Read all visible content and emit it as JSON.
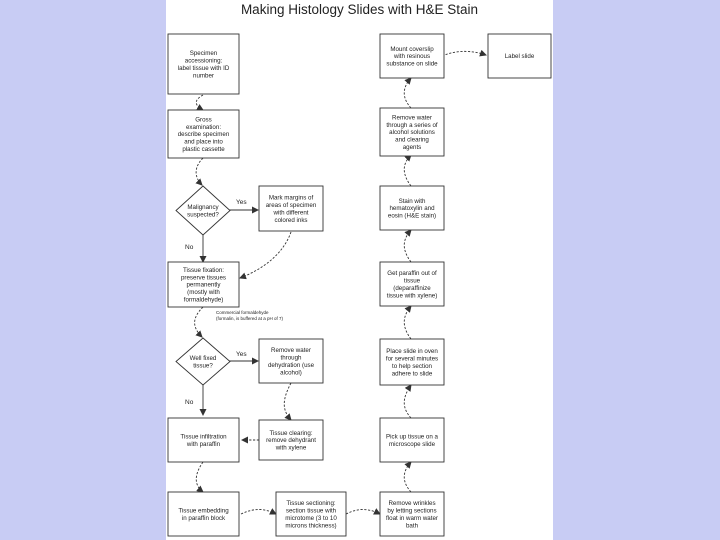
{
  "title": "Making Histology Slides with H&E Stain",
  "nodes": [
    {
      "id": "n1",
      "shape": "rect",
      "lines": [
        "Specimen",
        "accessioning:",
        "label tissue with ID",
        "number"
      ]
    },
    {
      "id": "n2",
      "shape": "rect",
      "lines": [
        "Gross",
        "examination:",
        "describe specimen",
        "and place into",
        "plastic cassette"
      ]
    },
    {
      "id": "n3",
      "shape": "diamond",
      "lines": [
        "Malignancy",
        "suspected?"
      ]
    },
    {
      "id": "n4",
      "shape": "rect",
      "lines": [
        "Mark margins of",
        "areas of specimen",
        "with different",
        "colored inks"
      ]
    },
    {
      "id": "n5",
      "shape": "rect",
      "lines": [
        "Tissue fixation:",
        "preserve tissues",
        "permanently",
        "(mostly with",
        "formaldehyde)"
      ]
    },
    {
      "id": "n6",
      "shape": "diamond",
      "lines": [
        "Well fixed",
        "tissue?"
      ]
    },
    {
      "id": "n7",
      "shape": "rect",
      "lines": [
        "Remove water",
        "through",
        "dehydration (use",
        "alcohol)"
      ]
    },
    {
      "id": "n8",
      "shape": "rect",
      "lines": [
        "Tissue clearing:",
        "remove dehydrant",
        "with xylene"
      ]
    },
    {
      "id": "n9",
      "shape": "rect",
      "lines": [
        "Tissue infiltration",
        "with paraffin"
      ]
    },
    {
      "id": "n10",
      "shape": "rect",
      "lines": [
        "Tissue embedding",
        "in paraffin block"
      ]
    },
    {
      "id": "n11",
      "shape": "rect",
      "lines": [
        "Tissue sectioning:",
        "section tissue with",
        "microtome (3 to 10",
        "microns thickness)"
      ]
    },
    {
      "id": "n12",
      "shape": "rect",
      "lines": [
        "Remove wrinkles",
        "by letting sections",
        "float in warm water",
        "bath"
      ]
    },
    {
      "id": "n13",
      "shape": "rect",
      "lines": [
        "Pick up tissue on a",
        "microscope slide"
      ]
    },
    {
      "id": "n14",
      "shape": "rect",
      "lines": [
        "Place slide in oven",
        "for several minutes",
        "to help section",
        "adhere to slide"
      ]
    },
    {
      "id": "n15",
      "shape": "rect",
      "lines": [
        "Get paraffin out of",
        "tissue",
        "(deparaffinize",
        "tissue with xylene)"
      ]
    },
    {
      "id": "n16",
      "shape": "rect",
      "lines": [
        "Stain with",
        "hematoxylin and",
        "eosin (H&E stain)"
      ]
    },
    {
      "id": "n17",
      "shape": "rect",
      "lines": [
        "Remove water",
        "through a series of",
        "alcohol solutions",
        "and clearing",
        "agents"
      ]
    },
    {
      "id": "n18",
      "shape": "rect",
      "lines": [
        "Mount coverslip",
        "with resinous",
        "substance on slide"
      ]
    },
    {
      "id": "n19",
      "shape": "rect",
      "lines": [
        "Label slide"
      ]
    }
  ],
  "edge_labels": {
    "yes_1": "Yes",
    "no_1": "No",
    "yes_2": "Yes",
    "no_2": "No"
  },
  "annotation": [
    "Commercial formaldehyde",
    "(formalin, is buffered at a pH of 7)"
  ]
}
